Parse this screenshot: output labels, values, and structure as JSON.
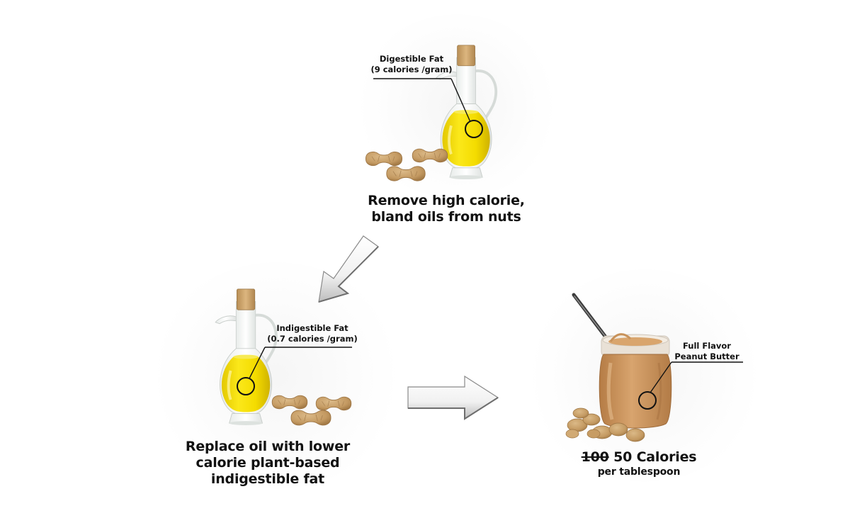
{
  "steps": {
    "remove": {
      "callout_line1": "Digestible Fat",
      "callout_line2": "(9 calories /gram)",
      "caption_line1": "Remove high calorie,",
      "caption_line2": "bland oils from nuts"
    },
    "replace": {
      "callout_line1": "Indigestible Fat",
      "callout_line2": "(0.7 calories /gram)",
      "caption_line1": "Replace oil with lower",
      "caption_line2": "calorie plant-based",
      "caption_line3": "indigestible fat"
    },
    "result": {
      "callout_line1": "Full Flavor",
      "callout_line2": "Peanut Butter",
      "old_calories": "100",
      "new_calories": "50 Calories",
      "per_unit": "per tablespoon"
    }
  },
  "icons": [
    "oil-cruet-icon",
    "peanuts-icon",
    "peanut-butter-jar-icon",
    "spoon-icon",
    "arrow-down-left-icon",
    "arrow-right-icon",
    "callout-circle-icon"
  ],
  "colors": {
    "oil": "#f2dc00",
    "peanut_shell": "#c9a06a",
    "peanut_butter": "#c8925a",
    "cork": "#c9a26a",
    "text": "#111111"
  }
}
